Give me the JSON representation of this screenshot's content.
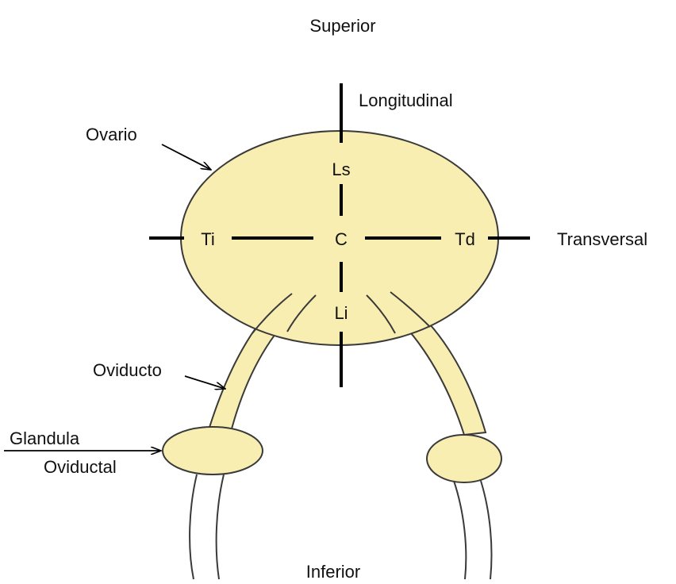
{
  "directions": {
    "top": "Superior",
    "bottom": "Inferior"
  },
  "axes": {
    "vertical": "Longitudinal",
    "horizontal": "Transversal"
  },
  "points": {
    "upper": "Ls",
    "center": "C",
    "lower": "Li",
    "left": "Ti",
    "right": "Td"
  },
  "structures": {
    "ovary": "Ovario",
    "oviduct": "Oviducto",
    "gland_line1": "Glandula",
    "gland_line2": "Oviductal"
  },
  "colors": {
    "organ_fill": "#f9eeb1",
    "outline": "#3a3a3a",
    "axis": "#000000"
  }
}
